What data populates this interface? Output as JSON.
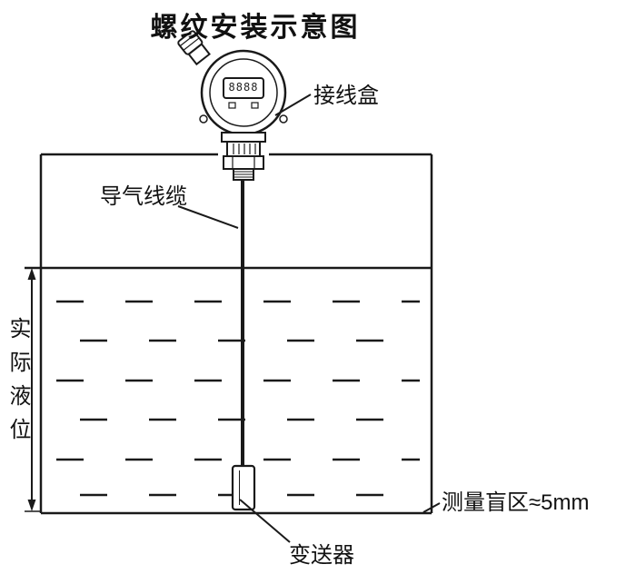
{
  "title": "螺纹安装示意图",
  "device": {
    "display_value": "8888"
  },
  "labels": {
    "junction_box": "接线盒",
    "air_cable": "导气线缆",
    "actual_level": "实际液位",
    "blind_zone": "测量盲区≈5mm",
    "transmitter": "变送器"
  },
  "colors": {
    "line": "#1a1a1a",
    "background": "#ffffff"
  }
}
